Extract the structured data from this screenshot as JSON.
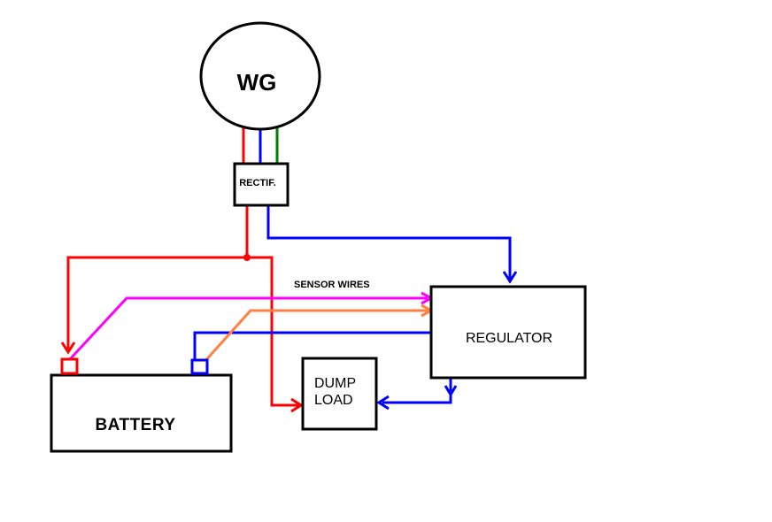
{
  "nodes": {
    "generator": {
      "label": "WG"
    },
    "rectifier": {
      "label": "RECTIF."
    },
    "regulator": {
      "label": "REGULATOR"
    },
    "dump_load": {
      "label_line1": "DUMP",
      "label_line2": "LOAD"
    },
    "battery": {
      "label": "BATTERY"
    }
  },
  "annotations": {
    "sensor_wires": "SENSOR WIRES"
  },
  "colors": {
    "positive": "#ff0000",
    "negative": "#0000ff",
    "ground": "#008000",
    "sensor_positive": "#ff00ff",
    "sensor_negative": "#ff8040",
    "outline": "#000000"
  }
}
